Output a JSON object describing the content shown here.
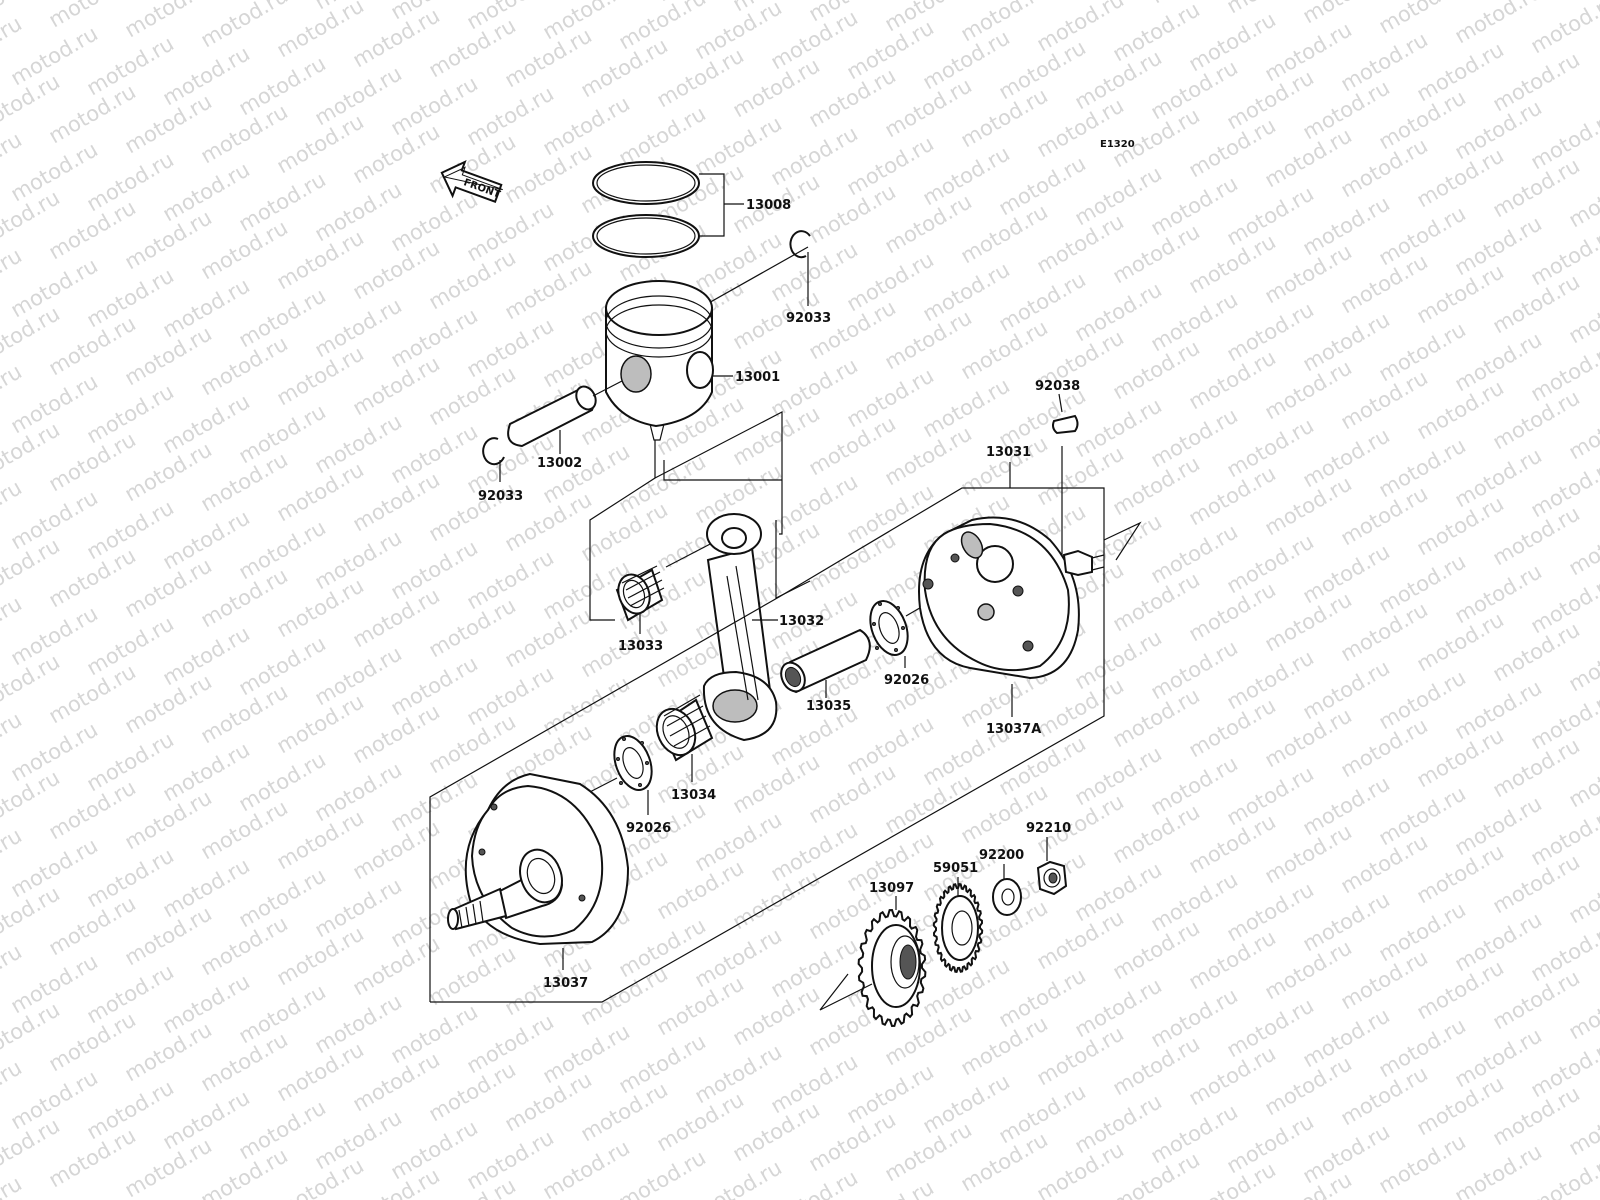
{
  "diagram": {
    "code": "E1320",
    "front_label": "FRONT",
    "watermark_text": "motod.ru",
    "parts": {
      "p13008": "13008",
      "p92033_top": "92033",
      "p13001": "13001",
      "p13002": "13002",
      "p92033_left": "92033",
      "p92038": "92038",
      "p13031": "13031",
      "p13032": "13032",
      "p13033": "13033",
      "p13035": "13035",
      "p92026_right": "92026",
      "p13037A": "13037A",
      "p13034": "13034",
      "p92026_left": "92026",
      "p13037": "13037",
      "p92210": "92210",
      "p92200": "92200",
      "p59051": "59051",
      "p13097": "13097"
    }
  }
}
